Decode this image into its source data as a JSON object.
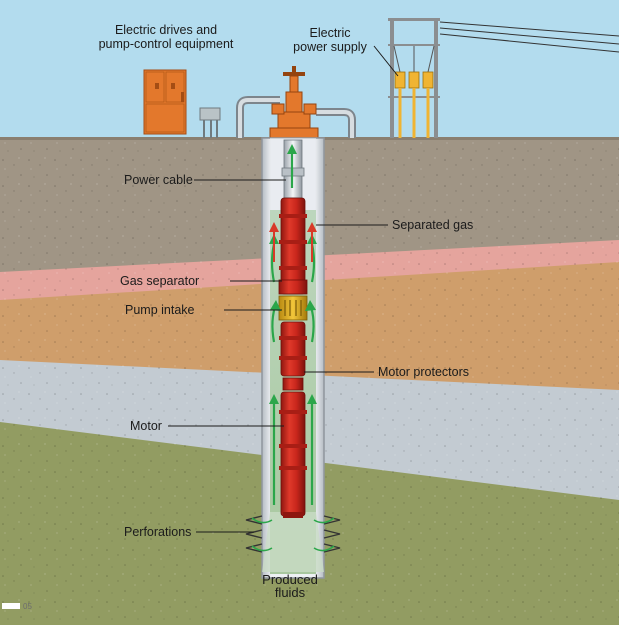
{
  "labels": {
    "drives_line1": "Electric drives and",
    "drives_line2": "pump-control equipment",
    "power_line1": "Electric",
    "power_line2": "power supply",
    "power_cable": "Power cable",
    "separated_gas": "Separated gas",
    "gas_separator": "Gas separator",
    "pump_intake": "Pump intake",
    "motor_protectors": "Motor protectors",
    "motor": "Motor",
    "perforations": "Perforations",
    "produced_line1": "Produced",
    "produced_line2": "fluids"
  },
  "scale_marker": "05",
  "colors": {
    "sky": "#b3dcee",
    "ground_top": "#a09585",
    "pink_layer": "#e5a49d",
    "orange_layer": "#cf9e6b",
    "blue_layer": "#c3cbd2",
    "green_layer": "#929c62",
    "casing": "#d9dde2",
    "pump_red": "#c8261c",
    "flow_green": "#2ba64a",
    "gas_red": "#d83a28",
    "equipment_orange": "#e3782c"
  }
}
